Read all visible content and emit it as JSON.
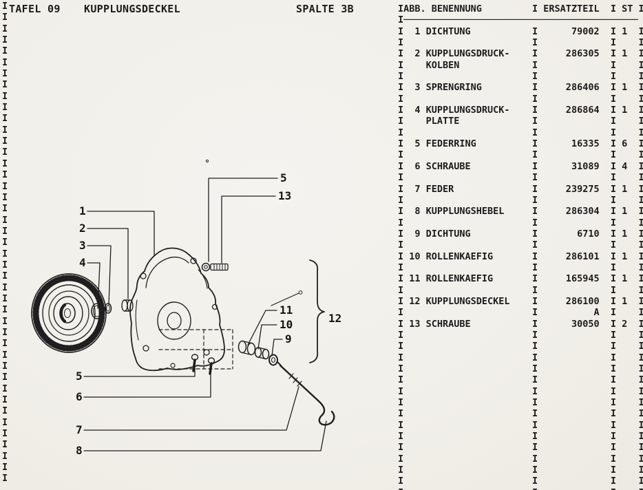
{
  "page": {
    "bg": "#f1efe9",
    "ink": "#1b1b1b"
  },
  "header": {
    "tafel": "TAFEL 09",
    "title": "KUPPLUNGSDECKEL",
    "spalte": "SPALTE 3B"
  },
  "border": {
    "char": "I",
    "rows": 43
  },
  "table": {
    "sep": "I",
    "headers": [
      "ABB. BENENNUNG",
      "ERSATZTEIL",
      "ST"
    ],
    "divider": "──────────────────────────────────────────────",
    "rows": [
      {
        "num": 1,
        "name": [
          "DICHTUNG"
        ],
        "part": "79002",
        "qty": "1"
      },
      {
        "num": 2,
        "name": [
          "KUPPLUNGSDRUCK-",
          "KOLBEN"
        ],
        "part": "286305",
        "qty": "1"
      },
      {
        "num": 3,
        "name": [
          "SPRENGRING"
        ],
        "part": "286406",
        "qty": "1"
      },
      {
        "num": 4,
        "name": [
          "KUPPLUNGSDRUCK-",
          "PLATTE"
        ],
        "part": "286864",
        "qty": "1"
      },
      {
        "num": 5,
        "name": [
          "FEDERRING"
        ],
        "part": "16335",
        "qty": "6"
      },
      {
        "num": 6,
        "name": [
          "SCHRAUBE"
        ],
        "part": "31089",
        "qty": "4"
      },
      {
        "num": 7,
        "name": [
          "FEDER"
        ],
        "part": "239275",
        "qty": "1"
      },
      {
        "num": 8,
        "name": [
          "KUPPLUNGSHEBEL"
        ],
        "part": "286304",
        "qty": "1"
      },
      {
        "num": 9,
        "name": [
          "DICHTUNG"
        ],
        "part": "6710",
        "qty": "1"
      },
      {
        "num": 10,
        "name": [
          "ROLLENKAEFIG"
        ],
        "part": "286101",
        "qty": "1"
      },
      {
        "num": 11,
        "name": [
          "ROLLENKAEFIG"
        ],
        "part": "165945",
        "qty": "1"
      },
      {
        "num": 12,
        "name": [
          "KUPPLUNGSDECKEL"
        ],
        "part": "286100",
        "part2": "A",
        "qty": "1"
      },
      {
        "num": 13,
        "name": [
          "SCHRAUBE"
        ],
        "part": "30050",
        "qty": "2"
      }
    ],
    "filler_lines": 15
  },
  "diagram": {
    "callouts": [
      "1",
      "2",
      "3",
      "4",
      "5",
      "13",
      "11",
      "10",
      "9",
      "12",
      "5",
      "6",
      "7",
      "8"
    ]
  }
}
